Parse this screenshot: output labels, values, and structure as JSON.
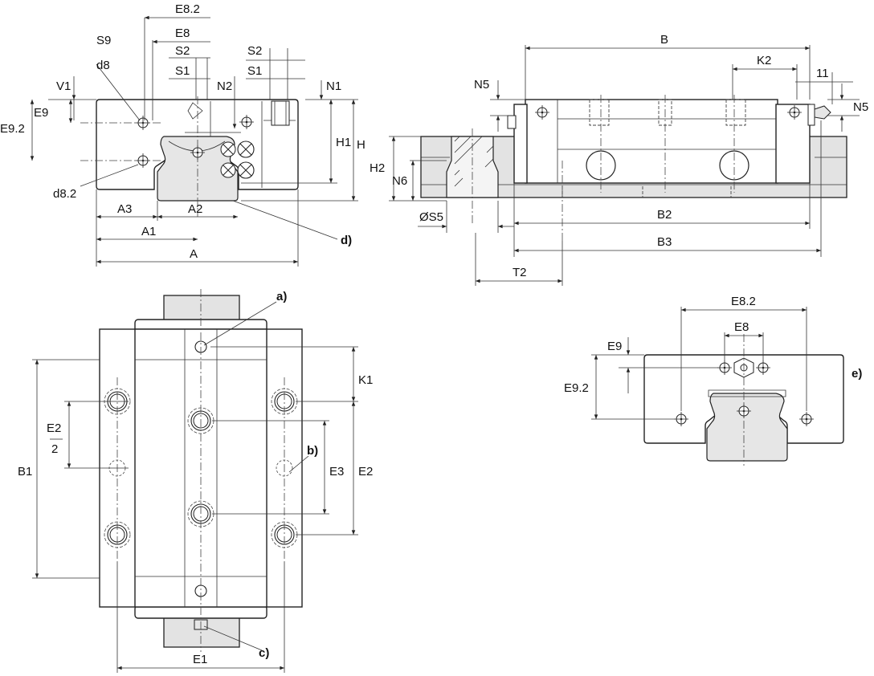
{
  "labels": {
    "e82": "E8.2",
    "e8": "E8",
    "s9": "S9",
    "s2": "S2",
    "d8": "d8",
    "s1": "S1",
    "v1": "V1",
    "n2": "N2",
    "n1": "N1",
    "e9": "E9",
    "e92": "E9.2",
    "h1": "H1",
    "h": "H",
    "d82": "d8.2",
    "a3": "A3",
    "a2": "A2",
    "a1": "A1",
    "a": "A",
    "b": "B",
    "k2": "K2",
    "n5": "N5",
    "eleven": "11",
    "h2": "H2",
    "n6": "N6",
    "s5": "ØS5",
    "b2": "B2",
    "b3": "B3",
    "t2": "T2",
    "k1": "K1",
    "e2": "E2",
    "two": "2",
    "e3": "E3",
    "b1": "B1",
    "e1": "E1"
  },
  "notes": {
    "a": "a)",
    "b": "b)",
    "c": "c)",
    "d": "d)",
    "e": "e)"
  }
}
